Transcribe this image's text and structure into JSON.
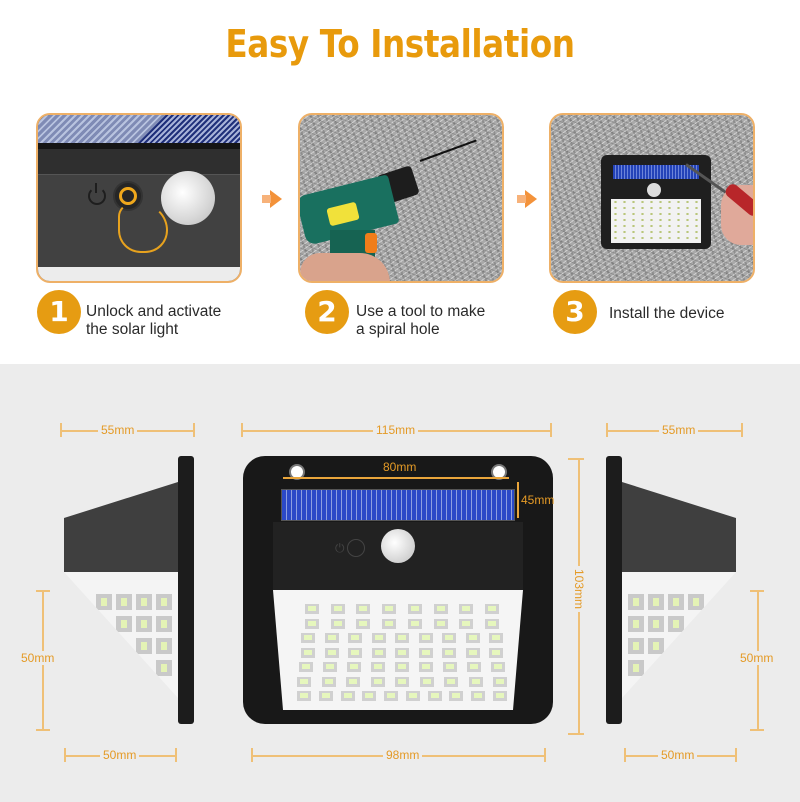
{
  "title": "Easy To Installation",
  "colors": {
    "accent": "#e89a0c",
    "dimension": "#e9a53b",
    "card_border": "#eeb067",
    "spec_bg": "#ececec"
  },
  "steps": [
    {
      "number": "1",
      "line1": "Unlock and activate",
      "line2": "the solar light",
      "image": "power-button-press"
    },
    {
      "number": "2",
      "line1": "Use a tool to make",
      "line2": "a spiral hole",
      "image": "drill-on-wall"
    },
    {
      "number": "3",
      "line1": "Install the device",
      "line2": "",
      "image": "screwing-light-to-wall"
    }
  ],
  "dimensions": {
    "left_side": {
      "depth_top": "55mm",
      "height": "50mm",
      "depth_bottom": "50mm"
    },
    "front": {
      "width_total": "115mm",
      "solar_width": "80mm",
      "solar_height": "45mm",
      "height": "103mm",
      "width_bottom": "98mm"
    },
    "right_side": {
      "depth_top": "55mm",
      "height": "50mm",
      "depth_bottom": "50mm"
    }
  }
}
